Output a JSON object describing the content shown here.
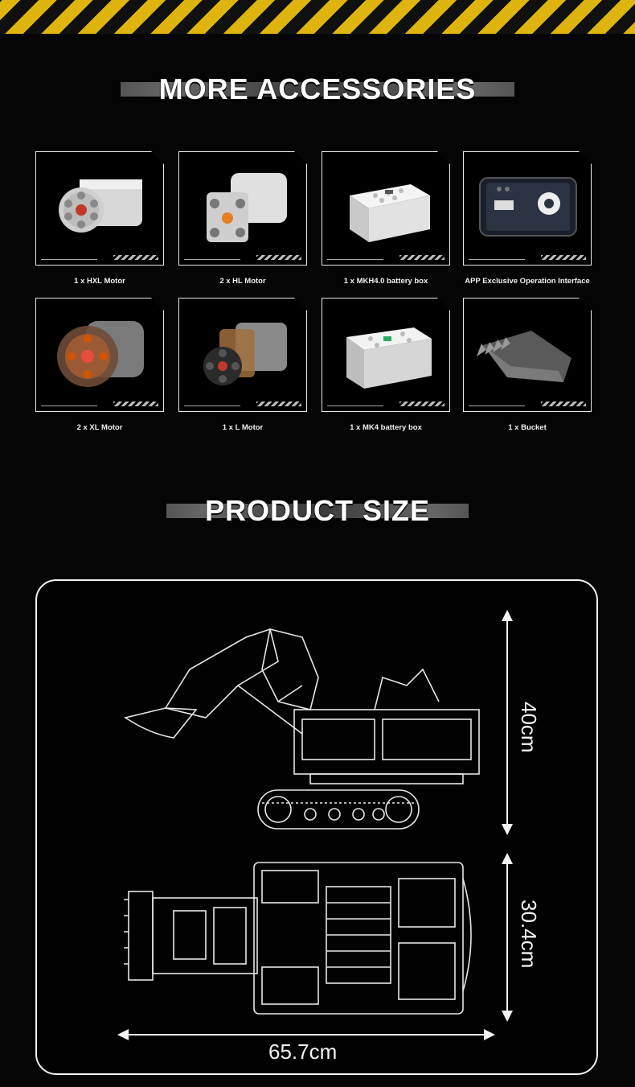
{
  "accessories_title": "MORE ACCESSORIES",
  "size_title": "PRODUCT SIZE",
  "accessories": [
    {
      "label": "1 x HXL  Motor",
      "icon": "hxl-motor-icon"
    },
    {
      "label": "2 x HL  Motor",
      "icon": "hl-motor-icon"
    },
    {
      "label": "1 x MKH4.0 battery box",
      "icon": "mkh4-battery-box-icon"
    },
    {
      "label": "APP Exclusive Operation Interface",
      "icon": "app-phone-icon"
    },
    {
      "label": "2 x XL  Motor",
      "icon": "xl-motor-icon"
    },
    {
      "label": "1 x L  Motor",
      "icon": "l-motor-icon"
    },
    {
      "label": "1 x MK4 battery box",
      "icon": "mk4-battery-box-icon"
    },
    {
      "label": "1 x Bucket",
      "icon": "bucket-icon"
    }
  ],
  "dimensions": {
    "height": "40cm",
    "width": "30.4cm",
    "length": "65.7cm"
  },
  "colors": {
    "hazard_yellow": "#f1c40f",
    "background": "#050505",
    "line": "#f2f2f2"
  }
}
